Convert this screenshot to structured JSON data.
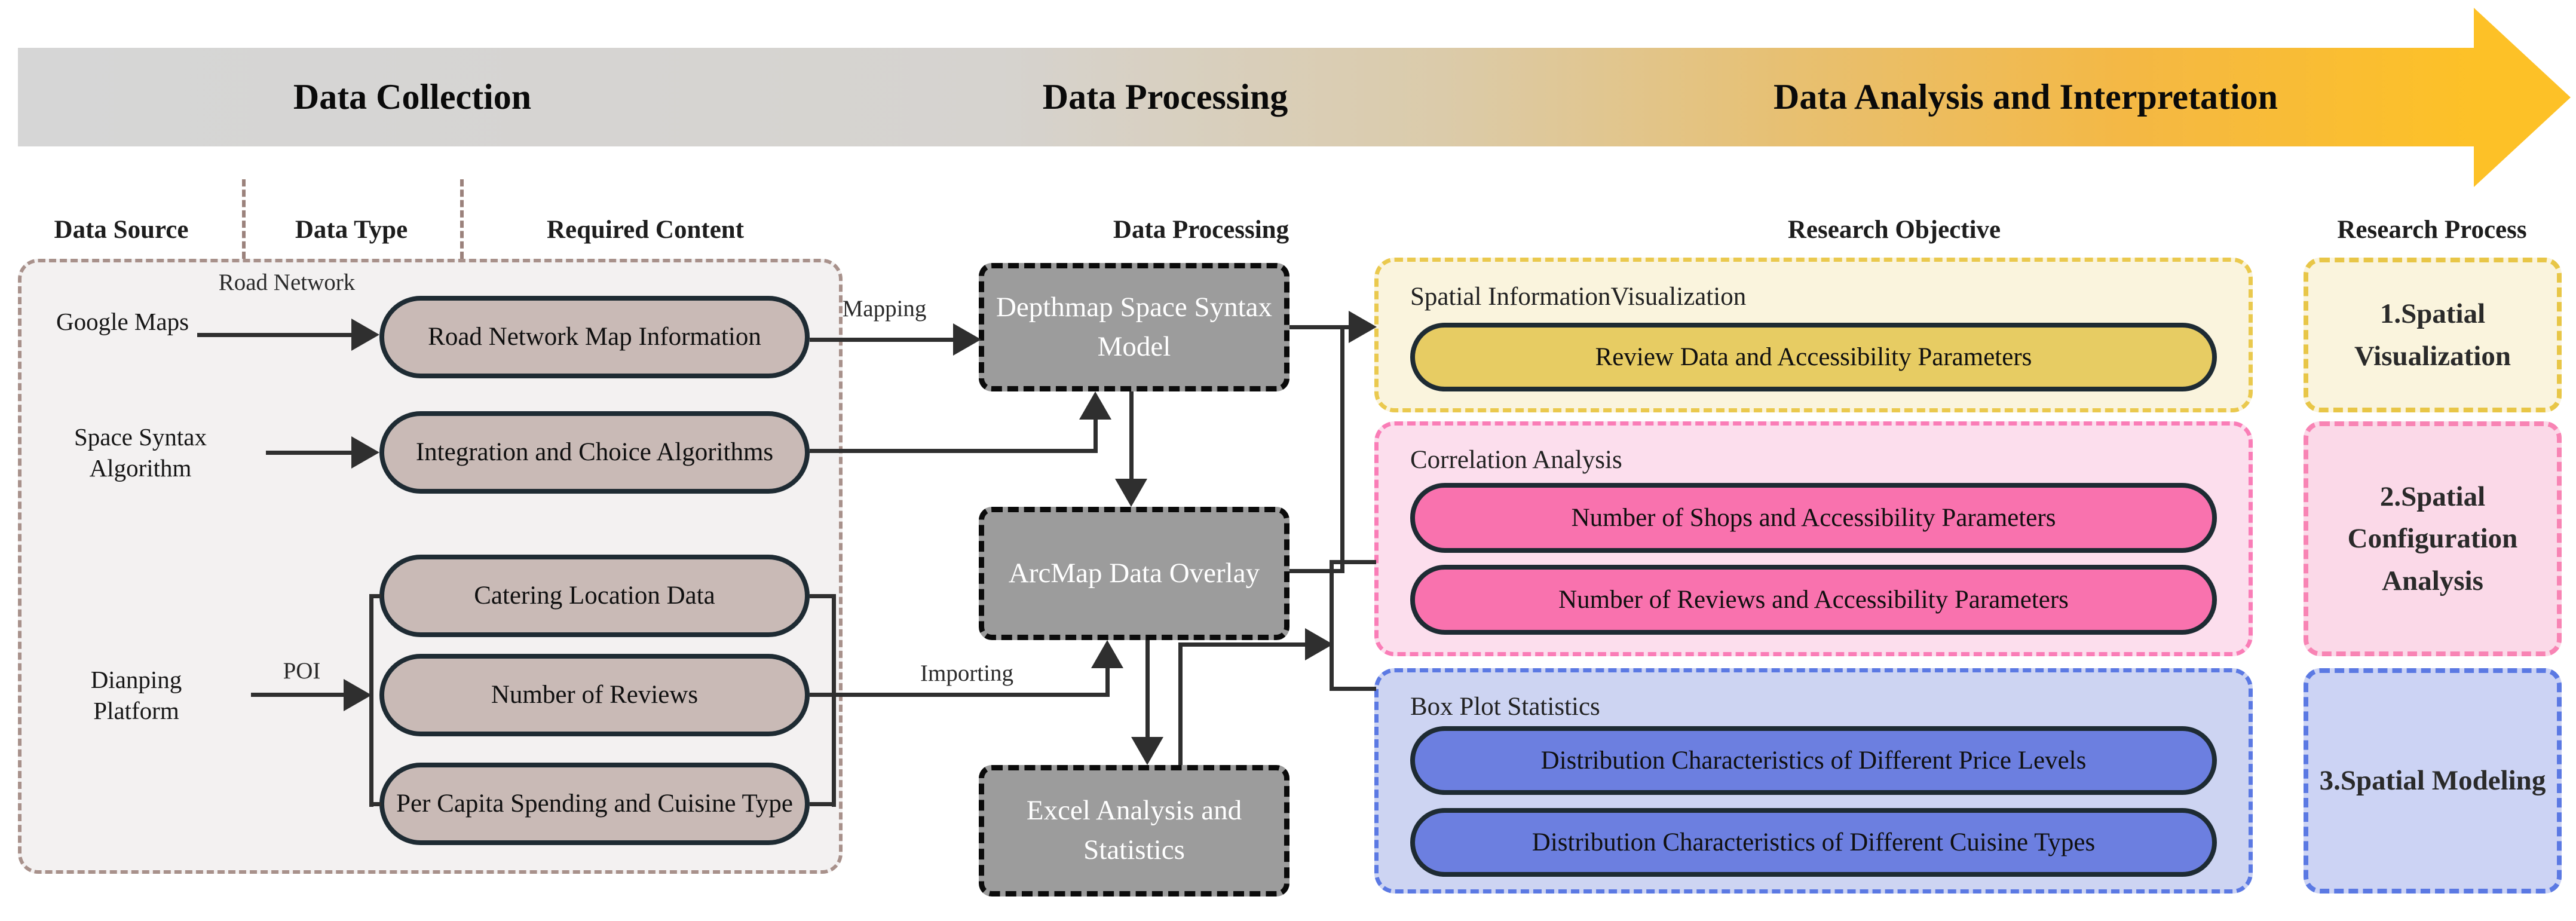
{
  "banner": {
    "stages": [
      {
        "label": "Data Collection"
      },
      {
        "label": "Data Processing"
      },
      {
        "label": "Data Analysis and Interpretation"
      }
    ],
    "gradient_left_color": "#d6d6d6",
    "gradient_right_color": "#fdc127"
  },
  "column_headers": {
    "data_source": "Data Source",
    "data_type": "Data Type",
    "required_content": "Required Content",
    "data_processing": "Data Processing",
    "research_objective": "Research Objective",
    "research_process": "Research Process"
  },
  "data_collection": {
    "sources": {
      "google_maps": "Google Maps",
      "space_syntax": "Space Syntax Algorithm",
      "dianping": "Dianping Platform"
    },
    "edge_labels": {
      "road_network": "Road Network",
      "poi": "POI",
      "mapping": "Mapping",
      "importing": "Importing"
    },
    "required_content": {
      "road_network_map": "Road Network Map Information",
      "integration_choice": "Integration and Choice Algorithms",
      "catering_location": "Catering Location Data",
      "number_reviews": "Number of Reviews",
      "per_capita": "Per Capita Spending and Cuisine Type"
    },
    "pill_color": "#c9bab6",
    "panel_border_color": "#a8918b"
  },
  "data_processing": {
    "depthmap": "Depthmap Space Syntax Model",
    "arcmap": "ArcMap Data Overlay",
    "excel": "Excel Analysis and Statistics",
    "box_color": "#9c9c9c"
  },
  "research_objective": {
    "spatial_visualization": {
      "title": "Spatial InformationVisualization",
      "review_data": "Review Data and Accessibility Parameters",
      "pill_color": "#e7cc63",
      "panel_color": "#faf4dd"
    },
    "correlation": {
      "title": "Correlation Analysis",
      "shops": "Number of Shops and Accessibility Parameters",
      "reviews": "Number of Reviews and Accessibility Parameters",
      "pill_color": "#f972ae",
      "panel_color": "#fcdeed"
    },
    "boxplot": {
      "title": "Box Plot Statistics",
      "price": "Distribution Characteristics of Different Price Levels",
      "cuisine": "Distribution Characteristics of Different Cuisine Types",
      "pill_color": "#6c7fe0",
      "panel_color": "#cdd4f2"
    }
  },
  "research_process": {
    "step1": "1.Spatial Visualization",
    "step2": "2.Spatial Configuration Analysis",
    "step3": "3.Spatial Modeling"
  }
}
